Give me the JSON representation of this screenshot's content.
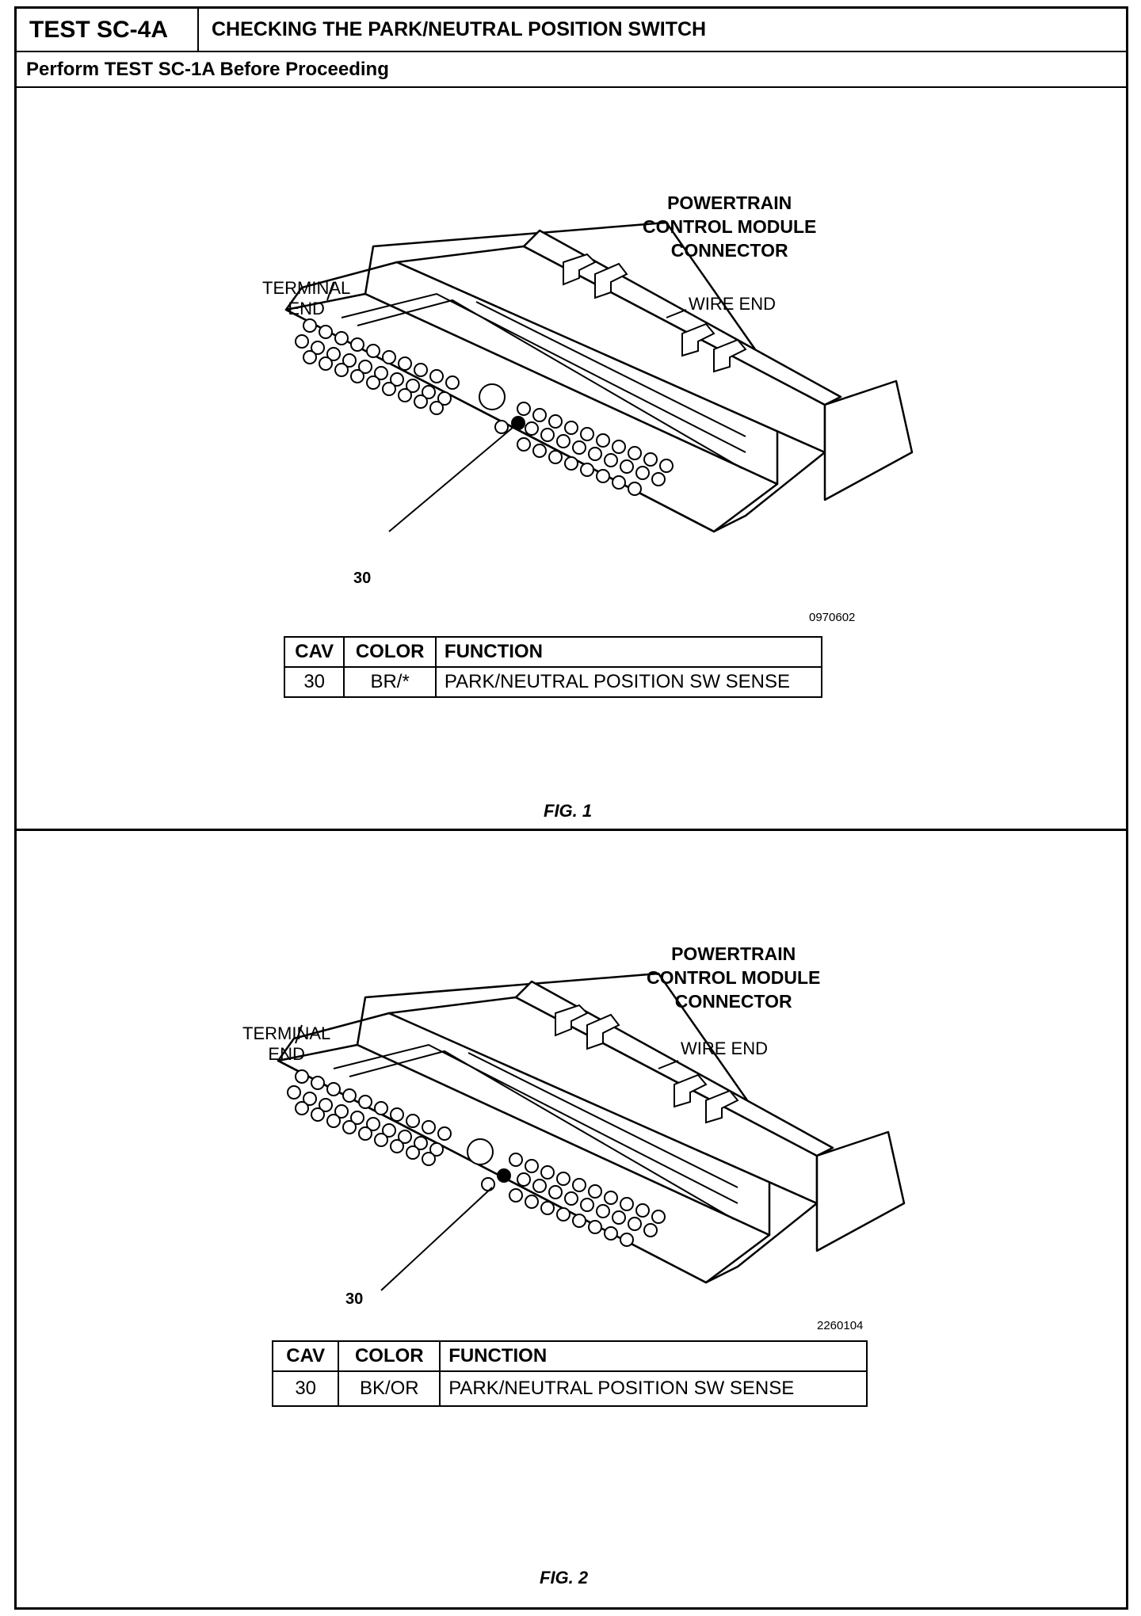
{
  "header": {
    "test_id": "TEST SC-4A",
    "test_title": "CHECKING THE PARK/NEUTRAL POSITION SWITCH",
    "prerequisite": "Perform TEST SC-1A Before Proceeding"
  },
  "figures": [
    {
      "label_connector": "POWERTRAIN\nCONTROL MODULE\nCONNECTOR",
      "label_terminal_end": "TERMINAL\nEND",
      "label_wire_end": "WIRE END",
      "callout": "30",
      "image_code": "0970602",
      "table": {
        "headers": [
          "CAV",
          "COLOR",
          "FUNCTION"
        ],
        "rows": [
          [
            "30",
            "BR/*",
            "PARK/NEUTRAL POSITION SW SENSE"
          ]
        ]
      },
      "caption": "FIG. 1"
    },
    {
      "label_connector": "POWERTRAIN\nCONTROL MODULE\nCONNECTOR",
      "label_terminal_end": "TERMINAL\nEND",
      "label_wire_end": "WIRE END",
      "callout": "30",
      "image_code": "2260104",
      "table": {
        "headers": [
          "CAV",
          "COLOR",
          "FUNCTION"
        ],
        "rows": [
          [
            "30",
            "BK/OR",
            "PARK/NEUTRAL POSITION SW SENSE"
          ]
        ]
      },
      "caption": "FIG. 2"
    }
  ]
}
